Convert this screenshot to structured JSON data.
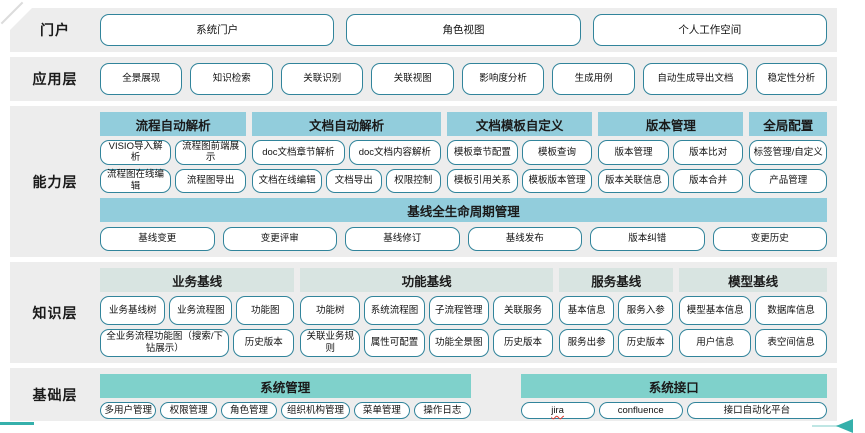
{
  "colors": {
    "band_bg": "#ededed",
    "button_border": "#31849b",
    "header_blue": "#92cddc",
    "header_pale": "#d8e4e1",
    "header_teal": "#7fd1cb",
    "accent_teal": "#35b0ab",
    "accent_teal_light": "#bfe6e4"
  },
  "layers": {
    "portal": {
      "label": "门户",
      "buttons": [
        "系统门户",
        "角色视图",
        "个人工作空间"
      ]
    },
    "application": {
      "label": "应用层",
      "buttons": [
        "全景展现",
        "知识检索",
        "关联识别",
        "关联视图",
        "影响度分析",
        "生成用例",
        "自动生成导出文档",
        "稳定性分析"
      ]
    },
    "capability": {
      "label": "能力层",
      "groups": [
        {
          "header": "流程自动解析",
          "rows": [
            [
              "VISIO导入解析",
              "流程图前端展示"
            ],
            [
              "流程图在线编辑",
              "流程图导出"
            ]
          ]
        },
        {
          "header": "文档自动解析",
          "rows": [
            [
              "doc文档章节解析",
              "doc文档内容解析"
            ],
            [
              "文档在线编辑",
              "文档导出",
              "权限控制"
            ]
          ]
        },
        {
          "header": "文档模板自定义",
          "rows": [
            [
              "模板章节配置",
              "模板查询"
            ],
            [
              "模板引用关系",
              "模板版本管理"
            ]
          ]
        },
        {
          "header": "版本管理",
          "rows": [
            [
              "版本管理",
              "版本比对"
            ],
            [
              "版本关联信息",
              "版本合并"
            ]
          ]
        },
        {
          "header": "全局配置",
          "rows": [
            [
              "标签管理/自定义"
            ],
            [
              "产品管理"
            ]
          ]
        }
      ],
      "baseline": {
        "header": "基线全生命周期管理",
        "buttons": [
          "基线变更",
          "变更评审",
          "基线修订",
          "基线发布",
          "版本纠错",
          "变更历史"
        ]
      }
    },
    "knowledge": {
      "label": "知识层",
      "groups": [
        {
          "header": "业务基线",
          "rows": [
            [
              "业务基线树",
              "业务流程图",
              "功能图"
            ],
            [
              "全业务流程功能图（搜索/下钻展示）",
              "历史版本"
            ]
          ]
        },
        {
          "header": "功能基线",
          "rows": [
            [
              "功能树",
              "系统流程图",
              "子流程管理",
              "关联服务"
            ],
            [
              "关联业务规则",
              "属性可配置",
              "功能全景图",
              "历史版本"
            ]
          ]
        },
        {
          "header": "服务基线",
          "rows": [
            [
              "基本信息",
              "服务入参"
            ],
            [
              "服务出参",
              "历史版本"
            ]
          ]
        },
        {
          "header": "模型基线",
          "rows": [
            [
              "模型基本信息",
              "数据库信息"
            ],
            [
              "用户信息",
              "表空间信息"
            ]
          ]
        }
      ]
    },
    "base": {
      "label": "基础层",
      "groups": [
        {
          "header": "系统管理",
          "buttons": [
            "多用户管理",
            "权限管理",
            "角色管理",
            "组织机构管理",
            "菜单管理",
            "操作日志"
          ]
        },
        {
          "header": "系统接口",
          "buttons": [
            "jira",
            "confluence",
            "接口自动化平台"
          ]
        }
      ]
    }
  }
}
